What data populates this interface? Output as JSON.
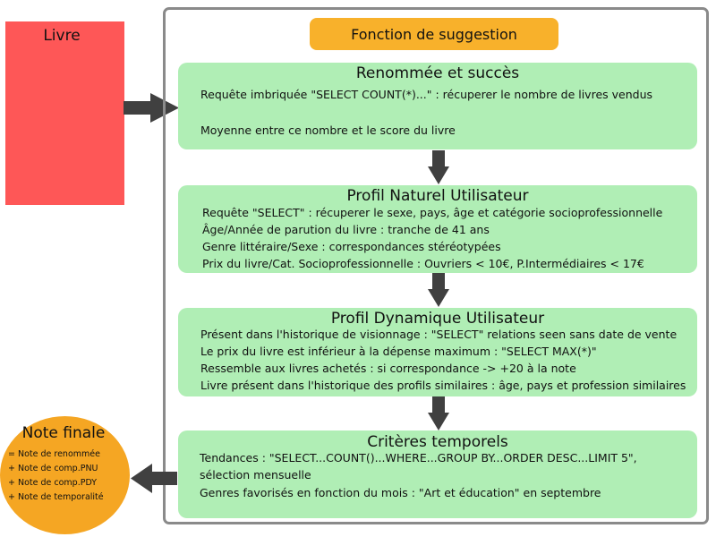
{
  "livre": {
    "label": "Livre"
  },
  "function_title": "Fonction de suggestion",
  "stages": [
    {
      "title": "Renommée et succès",
      "lines": [
        "Requête imbriquée \"SELECT COUNT(*)...\" : récuperer le nombre de livres vendus",
        "Moyenne entre ce nombre et le score du livre"
      ]
    },
    {
      "title": "Profil Naturel Utilisateur",
      "lines": [
        "Requête \"SELECT\" : récuperer le sexe, pays, âge et catégorie socioprofessionnelle",
        "Âge/Année de parution du livre : tranche de 41 ans",
        "Genre littéraire/Sexe : correspondances stéréotypées",
        "Prix du livre/Cat. Socioprofessionnelle : Ouvriers < 10€, P.Intermédiaires < 17€"
      ]
    },
    {
      "title": "Profil Dynamique Utilisateur",
      "lines": [
        "Présent dans l'historique de visionnage : \"SELECT\" relations seen sans date de vente",
        "Le prix du livre est inférieur à la dépense maximum : \"SELECT MAX(*)\"",
        "Ressemble aux livres achetés : si correspondance -> +20 à la note",
        "Livre présent dans l'historique des profils similaires : âge, pays et profession similaires"
      ]
    },
    {
      "title": "Critères temporels",
      "lines": [
        "Tendances : \"SELECT...COUNT()...WHERE...GROUP BY...ORDER DESC...LIMIT 5\",",
        "sélection mensuelle",
        "Genres favorisés en fonction du mois : \"Art et éducation\" en septembre"
      ]
    }
  ],
  "final": {
    "title": "Note finale",
    "lines": [
      "= Note de renommée",
      "+ Note de comp.PNU",
      "+ Note de comp.PDY",
      "+ Note de temporalité"
    ]
  },
  "colors": {
    "livre": "#fe5757",
    "function_title": "#f8b12b",
    "stage": "#b0eeb5",
    "final": "#f5a623",
    "arrow": "#404040",
    "border": "#8a8a8a"
  }
}
